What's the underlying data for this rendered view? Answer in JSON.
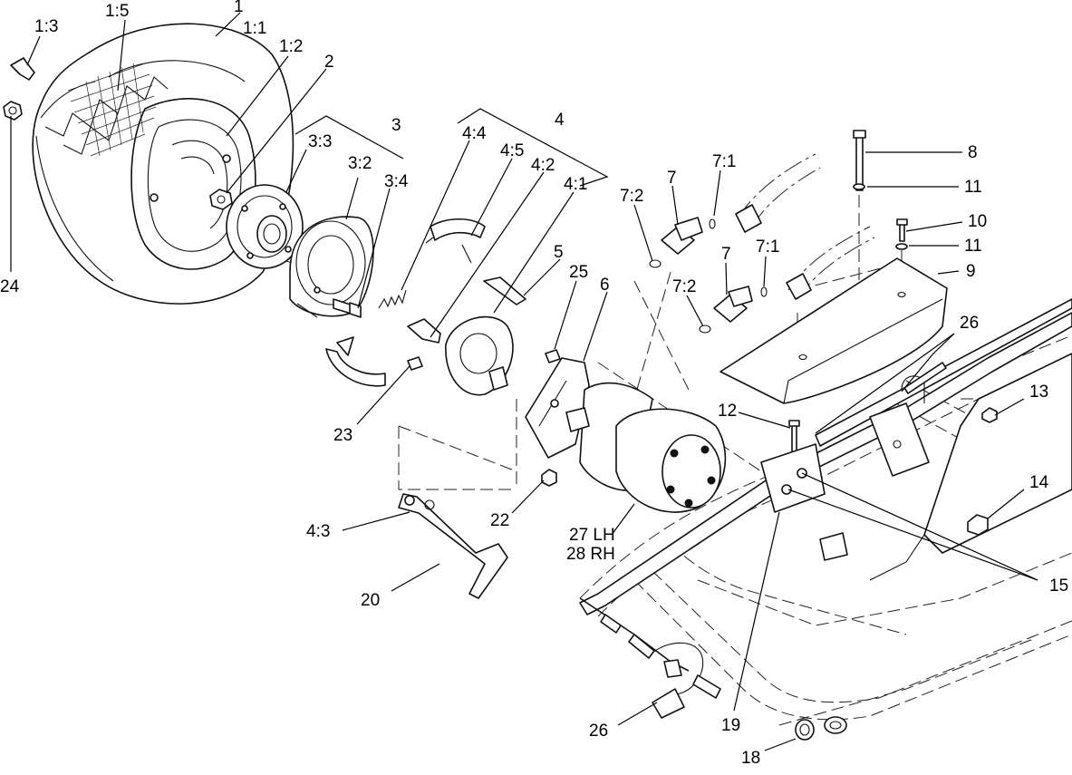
{
  "diagram": {
    "labels": {
      "l1": "1",
      "l1_1": "1:1",
      "l1_2": "1:2",
      "l1_3": "1:3",
      "l1_5": "1:5",
      "l2": "2",
      "l3": "3",
      "l3_3": "3:3",
      "l3_2": "3:2",
      "l3_4": "3:4",
      "l4": "4",
      "l4_4": "4:4",
      "l4_5": "4:5",
      "l4_2": "4:2",
      "l4_1": "4:1",
      "l4_3": "4:3",
      "l5": "5",
      "l25": "25",
      "l6": "6",
      "l7a": "7",
      "l7_1a": "7:1",
      "l7_2a": "7:2",
      "l7b": "7",
      "l7_1b": "7:1",
      "l7_2b": "7:2",
      "l8": "8",
      "l11a": "11",
      "l10": "10",
      "l11b": "11",
      "l9": "9",
      "l26a": "26",
      "l13": "13",
      "l12": "12",
      "l14": "14",
      "l15": "15",
      "l23": "23",
      "l22": "22",
      "l27": "27 LH",
      "l28": "28 RH",
      "l20": "20",
      "l24": "24",
      "l26b": "26",
      "l19": "19",
      "l18": "18"
    }
  }
}
